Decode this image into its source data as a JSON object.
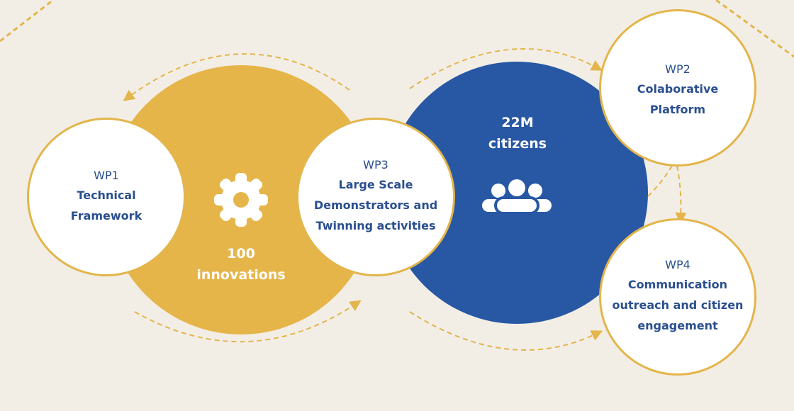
{
  "colors": {
    "background": "#f2eee6",
    "yellow": "#e6b54a",
    "blue": "#2857a4",
    "text": "#2a4f8f",
    "border": "#e3b54b"
  },
  "hubs": [
    {
      "value": "100",
      "label": "innovations",
      "icon": "gear-icon"
    },
    {
      "value": "22M",
      "label": "citizens",
      "icon": "people-group-icon"
    }
  ],
  "work_packages": [
    {
      "id": "WP1",
      "lines": [
        "Technical",
        "Framework"
      ]
    },
    {
      "id": "WP2",
      "lines": [
        "Colaborative",
        "Platform"
      ]
    },
    {
      "id": "WP3",
      "lines": [
        "Large Scale",
        "Demonstrators and",
        "Twinning activities"
      ]
    },
    {
      "id": "WP4",
      "lines": [
        "Communication",
        "outreach and citizen",
        "engagement"
      ]
    }
  ]
}
